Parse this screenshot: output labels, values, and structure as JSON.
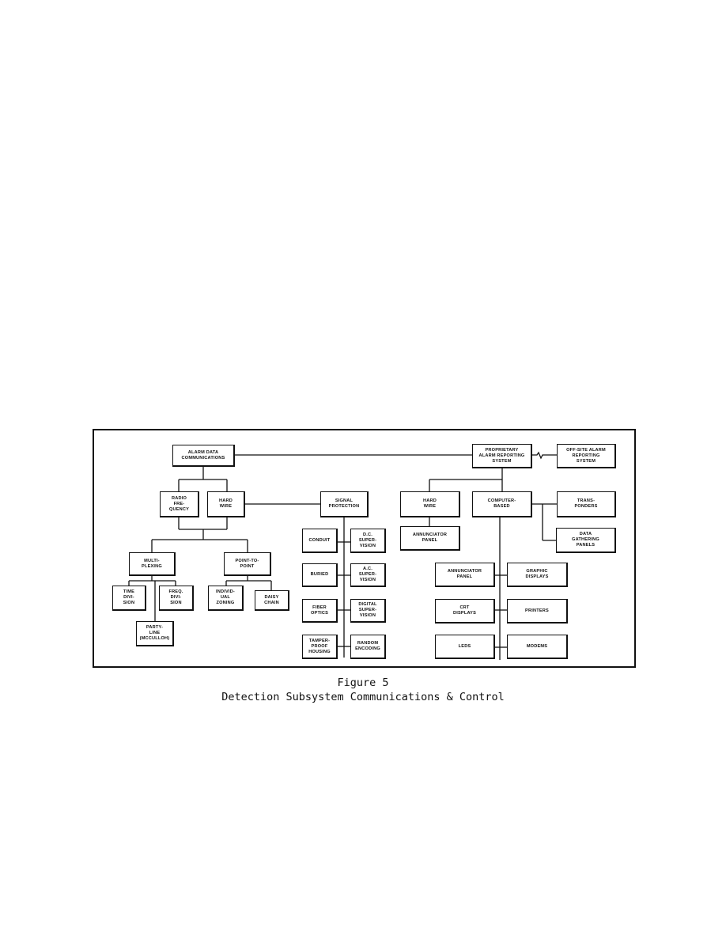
{
  "diagram": {
    "nodes": {
      "alarm_data": "ALARM DATA\nCOMMUNICATIONS",
      "radio_freq": "RADIO\nFRE-\nQUENCY",
      "hard_wire_left": "HARD\nWIRE",
      "multiplexing": "MULTI-\nPLEXING",
      "point_to_point": "POINT-TO-\nPOINT",
      "time_division": "TIME\nDIVI-\nSION",
      "freq_division": "FREQ.\nDIVI-\nSION",
      "party_line": "PARTY-\nLINE\n(MCCULLOH)",
      "individual_zoning": "INDIVID-\nUAL\nZONING",
      "daisy_chain": "DAISY\nCHAIN",
      "signal_protection": "SIGNAL\nPROTECTION",
      "conduit": "CONDUIT",
      "dc_supervision": "D.C.\nSUPER-\nVISION",
      "buried": "BURIED",
      "ac_supervision": "A.C.\nSUPER-\nVISION",
      "fiber_optics": "FIBER\nOPTICS",
      "digital_supervision": "DIGITAL\nSUPER-\nVISION",
      "tamperproof_housing": "TAMPER-\nPROOF\nHOUSING",
      "random_encoding": "RANDOM\nENCODING",
      "proprietary": "PROPRIETARY\nALARM REPORTING\nSYSTEM",
      "offsite": "OFF-SITE ALARM\nREPORTING\nSYSTEM",
      "hard_wire_right": "HARD\nWIRE",
      "annunciator_panel_1": "ANNUNCIATOR\nPANEL",
      "computer_based": "COMPUTER-\nBASED",
      "transponders": "TRANS-\nPONDERS",
      "data_gathering": "DATA\nGATHERING\nPANELS",
      "annunciator_panel_2": "ANNUNCIATOR\nPANEL",
      "graphic_displays": "GRAPHIC\nDISPLAYS",
      "crt_displays": "CRT\nDISPLAYS",
      "printers": "PRINTERS",
      "leds": "LEDS",
      "modems": "MODEMS"
    }
  },
  "caption": {
    "figure": "Figure 5",
    "title": "Detection Subsystem Communications & Control"
  }
}
